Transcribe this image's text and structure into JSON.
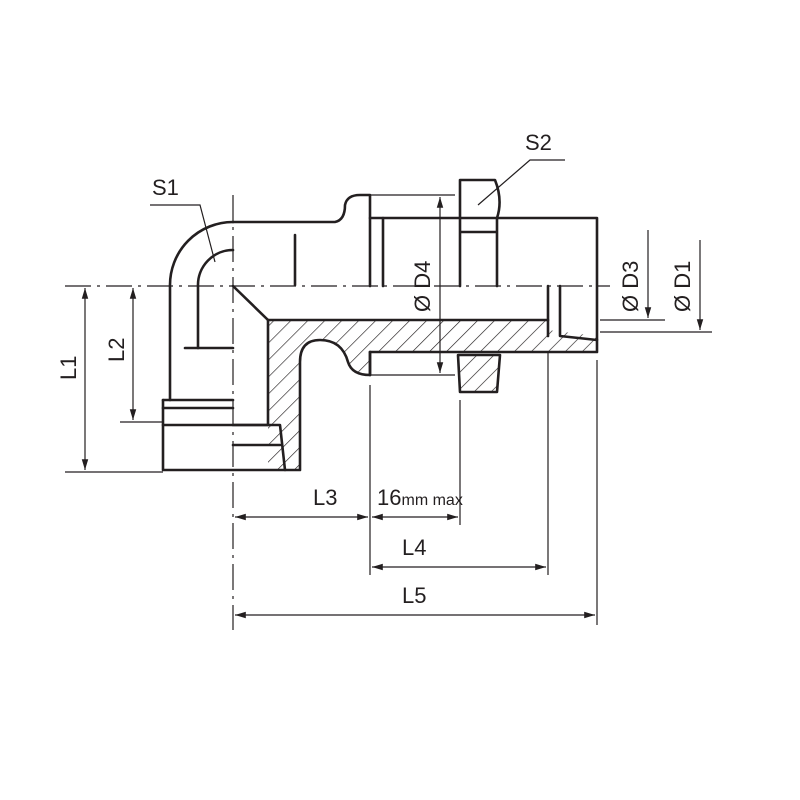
{
  "labels": {
    "s1": "S1",
    "s2": "S2",
    "d1": "Ø D1",
    "d3": "Ø D3",
    "d4": "Ø D4",
    "l1": "L1",
    "l2": "L2",
    "l3": "L3",
    "l4": "L4",
    "l5": "L5",
    "max_len_value": "16",
    "max_len_unit": "mm max"
  },
  "colors": {
    "line": "#231f20",
    "background": "#ffffff"
  }
}
